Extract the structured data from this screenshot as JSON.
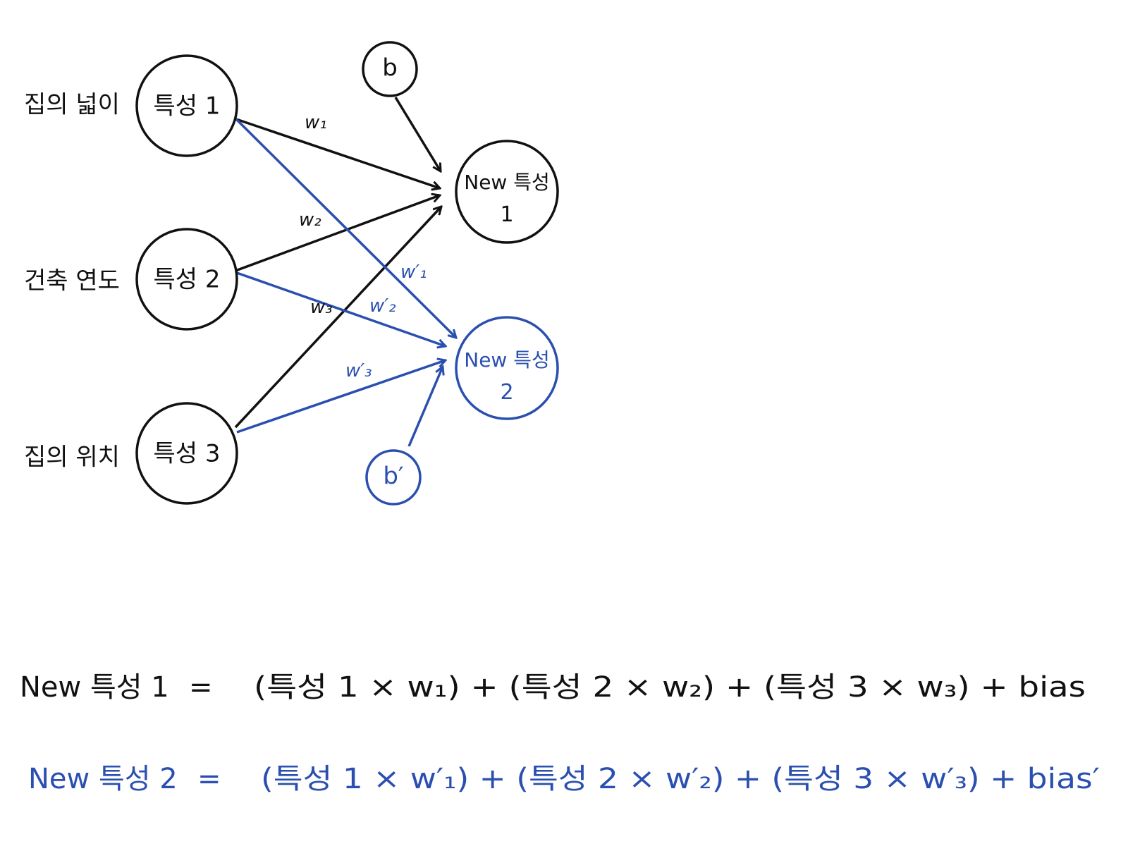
{
  "colors": {
    "black": "#111111",
    "blue": "#2a4fb0"
  },
  "inputs": [
    {
      "description": "집의 넓이",
      "label": "특성 1"
    },
    {
      "description": "건축 연도",
      "label": "특성 2"
    },
    {
      "description": "집의 위치",
      "label": "특성 3"
    }
  ],
  "bias_nodes": {
    "b1": "b",
    "b2": "b′"
  },
  "outputs": [
    {
      "label_line1": "New 특성",
      "label_line2": "1"
    },
    {
      "label_line1": "New 특성",
      "label_line2": "2"
    }
  ],
  "weights_set1": [
    "w₁",
    "w₂",
    "w₃"
  ],
  "weights_set2": [
    "w′₁",
    "w′₂",
    "w′₃"
  ],
  "equations": [
    {
      "lhs": "New 특성 1",
      "eq": "=",
      "rhs": "(특성 1 × w₁) + (특성 2 × w₂) + (특성 3 × w₃) + bias"
    },
    {
      "lhs": "New 특성 2",
      "eq": "=",
      "rhs": "(특성 1 × w′₁) + (특성 2 × w′₂) + (특성 3 × w′₃) + bias′"
    }
  ]
}
